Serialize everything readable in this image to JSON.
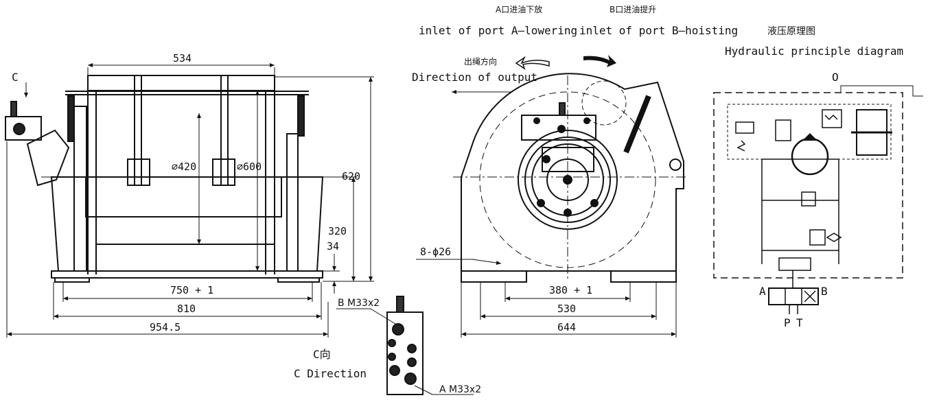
{
  "front_view": {
    "view_marker": "C",
    "dim_top_width": "534",
    "dim_drum_dia": "∅420",
    "dim_flange_dia": "∅600",
    "dim_height_total": "620",
    "dim_center_height": "320",
    "dim_base_thickness": "34",
    "dim_bolt_span": "750 + 1",
    "dim_base_width": "810",
    "dim_overall_width": "954.5"
  },
  "side_view": {
    "port_a_cn": "A口进油下放",
    "port_a_en": "inlet of port A—lowering",
    "port_b_cn": "B口进油提升",
    "port_b_en": "inlet of port B—hoisting",
    "output_cn": "出绳方向",
    "output_en": "Direction of output",
    "dim_holes": "8-ϕ26",
    "dim_bolt_span": "380 + 1",
    "dim_base_width": "530",
    "dim_overall_width": "644"
  },
  "valve_view": {
    "port_b_label": "B M33x2",
    "port_a_label": "A M33x2",
    "direction_cn": "C向",
    "direction_en": "C Direction"
  },
  "hydraulic": {
    "title_cn": "液压原理图",
    "title_en": "Hydraulic principle diagram",
    "port_o": "O",
    "port_a": "A",
    "port_b": "B",
    "port_p": "P",
    "port_t": "T"
  }
}
